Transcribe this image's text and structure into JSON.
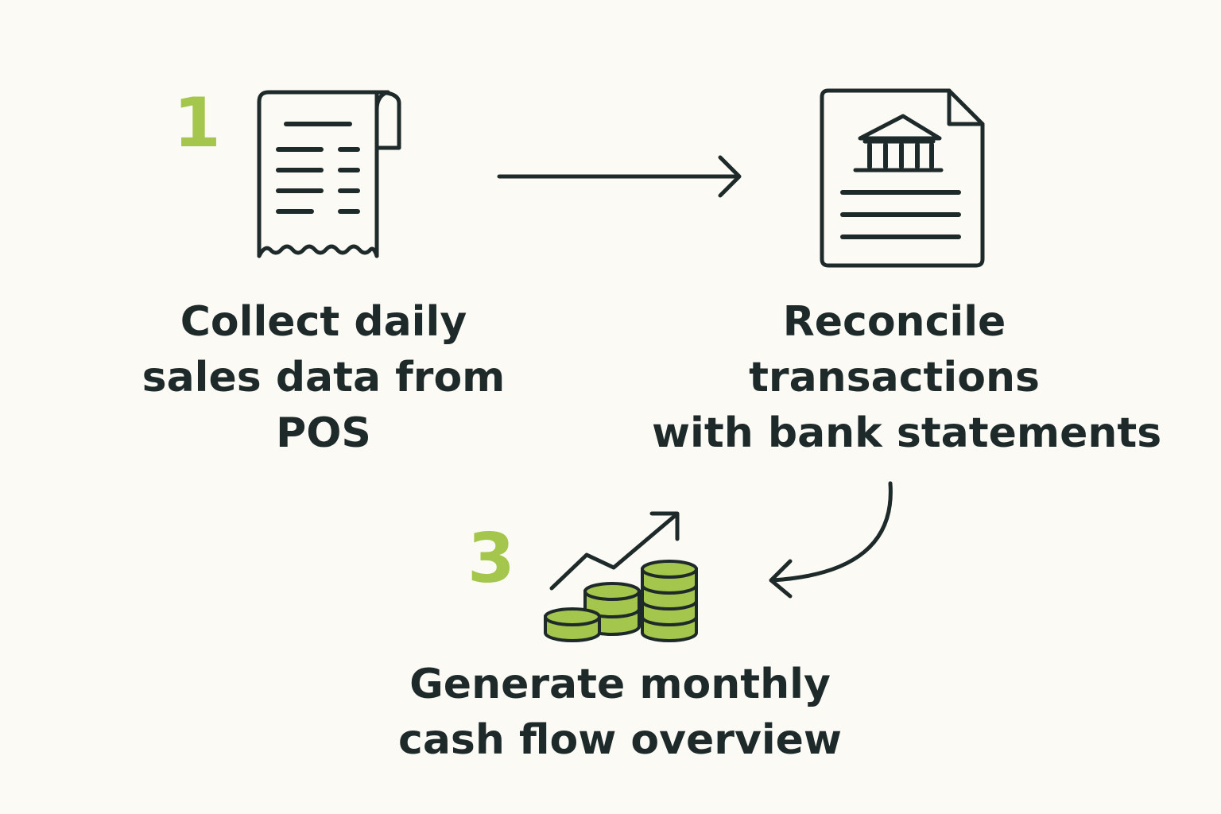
{
  "steps": [
    {
      "number": "1",
      "label_lines": [
        "Collect daily",
        "sales data from",
        "POS"
      ],
      "icon": "receipt-icon"
    },
    {
      "number": "",
      "label_lines": [
        "Reconcile",
        "transactions",
        "with bank statements"
      ],
      "icon": "bank-statement-icon"
    },
    {
      "number": "3",
      "label_lines": [
        "Generate monthly",
        "cash flow overview"
      ],
      "icon": "coins-growth-icon"
    }
  ],
  "colors": {
    "background": "#fbfaf5",
    "ink": "#1e2a2a",
    "accent": "#a4c64d"
  }
}
